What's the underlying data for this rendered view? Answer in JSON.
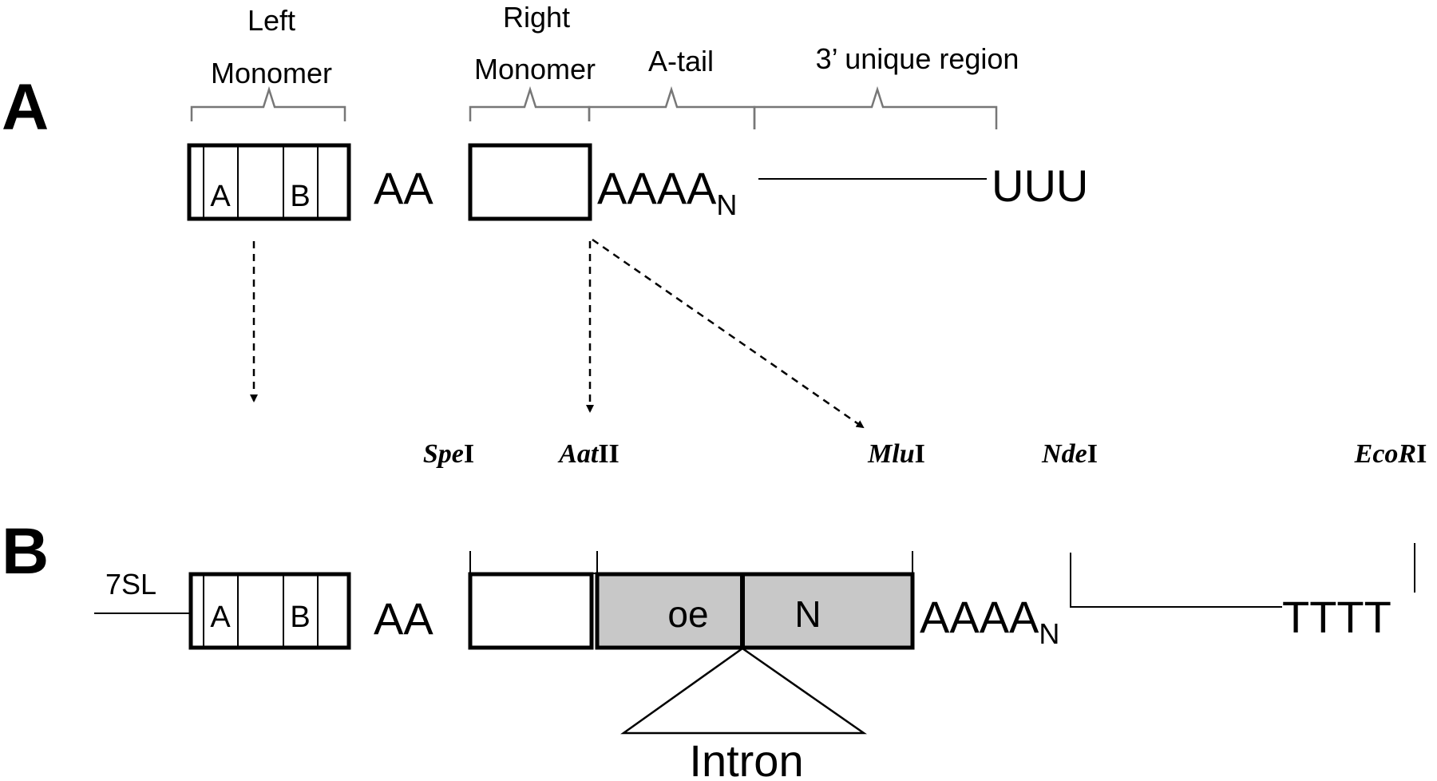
{
  "panel_a": {
    "panel_label": "A",
    "brace_labels": {
      "left_monomer_line1": "Left",
      "left_monomer_line2": "Monomer",
      "right_monomer_line1": "Right",
      "right_monomer_line2": "Monomer",
      "a_tail": "A-tail",
      "unique_region": "3’ unique region"
    },
    "box_a": "A",
    "box_b": "B",
    "linker": "AA",
    "poly_a": "AAAA",
    "poly_a_sub": "N",
    "terminator": "UUU"
  },
  "restriction_sites": [
    {
      "italic": "Spe",
      "roman": "I"
    },
    {
      "italic": "Aat",
      "roman": "II"
    },
    {
      "italic": "Mlu",
      "roman": "I"
    },
    {
      "italic": "Nde",
      "roman": "I"
    },
    {
      "italic": "EcoR",
      "roman": "I"
    }
  ],
  "panel_b": {
    "panel_label": "B",
    "promoter": "7SL",
    "box_a": "A",
    "box_b": "B",
    "linker": "AA",
    "insert_left": "oe",
    "insert_right": "N",
    "poly_a": "AAAA",
    "poly_a_sub": "N",
    "terminator": "TTTT",
    "intron": "Intron"
  },
  "colors": {
    "insert_fill": "#c8c8c8",
    "brace": "#777777",
    "ink": "#000000"
  }
}
